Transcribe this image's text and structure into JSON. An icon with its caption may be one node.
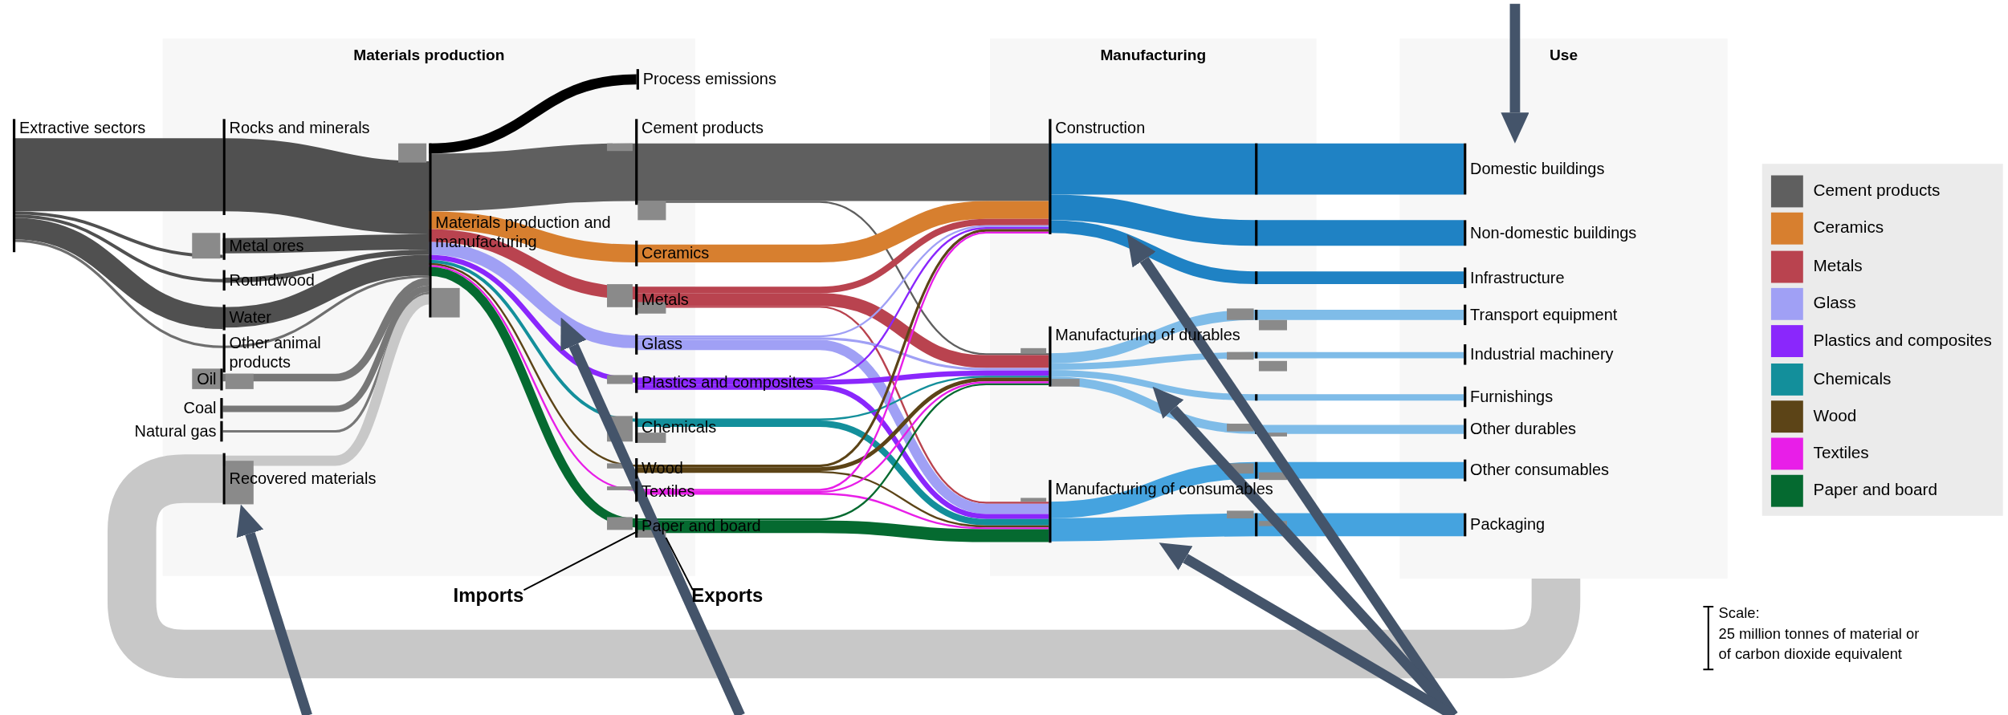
{
  "diagram": {
    "nodes": [
      {
        "text": [
          "Materials production"
        ]
      },
      {
        "text": [
          "Manufacturing"
        ]
      },
      {
        "text": [
          "Use"
        ]
      },
      {
        "text": [
          "Extractive sectors"
        ]
      },
      {
        "text": [
          "Rocks and minerals"
        ],
        "in": 0
      },
      {
        "text": [
          "Metal ores"
        ],
        "in": 0
      },
      {
        "text": [
          "Roundwood"
        ],
        "in": 0
      },
      {
        "text": [
          "Water"
        ],
        "in": 0
      },
      {
        "text": [
          "Other animal products"
        ],
        "in": 0
      },
      {
        "text": [
          "Oil"
        ],
        "in": 0
      },
      {
        "text": [
          "Coal"
        ],
        "in": 0
      },
      {
        "text": [
          "Natural gas"
        ]
      },
      {
        "text": [
          "Recovered materials"
        ],
        "in": 0
      },
      {
        "text": [
          "Materials production and manufacturing"
        ],
        "in": 0
      },
      {
        "text": [
          "Process emissions"
        ]
      },
      {
        "text": [
          "Cement products"
        ]
      },
      {
        "text": [
          "Ceramics"
        ]
      },
      {
        "text": [
          "Metals"
        ]
      },
      {
        "text": [
          "Glass"
        ],
        "in": 0
      },
      {
        "text": [
          "Plastics and composites"
        ]
      },
      {
        "text": [
          "Chemicals"
        ]
      },
      {
        "text": [
          "Wood"
        ],
        "in": 0
      },
      {
        "text": [
          "Textiles"
        ]
      },
      {
        "text": [
          "Paper and board"
        ]
      },
      {
        "text": [
          "Construction"
        ],
        "in": 1
      },
      {
        "text": [
          "Manufacturing of durables"
        ],
        "in": 1
      },
      {
        "text": [
          "Manufacturing of consumables"
        ],
        "in": 1
      },
      {
        "text": [
          "Domestic buildings"
        ],
        "in": 2
      },
      {
        "text": [
          "Non-domestic buildings"
        ],
        "in": 2
      },
      {
        "text": [
          "Infrastructure"
        ],
        "in": 2
      },
      {
        "text": [
          "Transport equipment"
        ],
        "in": 2
      },
      {
        "text": [
          "Industrial machinery"
        ],
        "in": 2
      },
      {
        "text": [
          "Furnishings"
        ],
        "in": 2
      },
      {
        "text": [
          "Other durables"
        ],
        "in": 2
      },
      {
        "text": [
          "Other consumables"
        ],
        "in": 2
      },
      {
        "text": [
          "Packaging"
        ],
        "in": 2
      },
      {
        "text": [
          "Imports"
        ]
      },
      {
        "text": [
          "Exports"
        ]
      }
    ],
    "edges": [
      {
        "from": 3,
        "to": 4,
        "arrow": "none",
        "style": "thick",
        "color": "#505050"
      },
      {
        "from": 3,
        "to": 5,
        "arrow": "none",
        "color": "#505050"
      },
      {
        "from": 3,
        "to": 6,
        "arrow": "none",
        "color": "#505050"
      },
      {
        "from": 3,
        "to": 7,
        "arrow": "none",
        "style": "thick",
        "color": "#505050"
      },
      {
        "from": 3,
        "to": 8,
        "arrow": "none",
        "color": "#6e6e6e"
      },
      {
        "from": 4,
        "to": 13,
        "arrow": "none",
        "style": "thick",
        "color": "#505050"
      },
      {
        "from": 5,
        "to": 13,
        "arrow": "none",
        "style": "thick",
        "color": "#505050"
      },
      {
        "from": 6,
        "to": 13,
        "arrow": "none",
        "color": "#505050"
      },
      {
        "from": 7,
        "to": 13,
        "arrow": "none",
        "style": "thick",
        "color": "#505050"
      },
      {
        "from": 8,
        "to": 13,
        "arrow": "none",
        "color": "#6e6e6e"
      },
      {
        "from": 9,
        "to": 13,
        "arrow": "none",
        "color": "#777777"
      },
      {
        "from": 10,
        "to": 13,
        "arrow": "none",
        "color": "#777777"
      },
      {
        "from": 11,
        "to": 13,
        "arrow": "none",
        "color": "#777777"
      },
      {
        "from": 12,
        "to": 13,
        "arrow": "none",
        "color": "#c8c8c8"
      },
      {
        "from": 13,
        "to": 14,
        "arrow": "none",
        "color": "#000000"
      },
      {
        "from": 13,
        "to": 15,
        "arrow": "none",
        "style": "thick",
        "color": "#5f5f5f"
      },
      {
        "from": 13,
        "to": 16,
        "arrow": "none",
        "style": "thick",
        "color": "#d77f2f"
      },
      {
        "from": 13,
        "to": 17,
        "arrow": "none",
        "style": "thick",
        "color": "#b9434f"
      },
      {
        "from": 13,
        "to": 18,
        "arrow": "none",
        "style": "thick",
        "color": "#a0a0f5"
      },
      {
        "from": 13,
        "to": 19,
        "arrow": "none",
        "color": "#8a27fc"
      },
      {
        "from": 13,
        "to": 20,
        "arrow": "none",
        "color": "#138f9b"
      },
      {
        "from": 13,
        "to": 21,
        "arrow": "none",
        "color": "#5c4417"
      },
      {
        "from": 13,
        "to": 22,
        "arrow": "none",
        "color": "#e81ee8"
      },
      {
        "from": 13,
        "to": 23,
        "arrow": "none",
        "color": "#056a30"
      },
      {
        "from": 15,
        "to": 24,
        "arrow": "none",
        "style": "thick",
        "color": "#5f5f5f"
      },
      {
        "from": 15,
        "to": 25,
        "arrow": "none",
        "color": "#5f5f5f"
      },
      {
        "from": 16,
        "to": 24,
        "arrow": "none",
        "style": "thick",
        "color": "#d77f2f"
      },
      {
        "from": 17,
        "to": 24,
        "arrow": "none",
        "color": "#b9434f"
      },
      {
        "from": 17,
        "to": 25,
        "arrow": "none",
        "style": "thick",
        "color": "#b9434f"
      },
      {
        "from": 17,
        "to": 26,
        "arrow": "none",
        "color": "#b9434f"
      },
      {
        "from": 18,
        "to": 24,
        "arrow": "none",
        "color": "#a0a0f5"
      },
      {
        "from": 18,
        "to": 25,
        "arrow": "none",
        "color": "#a0a0f5"
      },
      {
        "from": 18,
        "to": 26,
        "arrow": "none",
        "color": "#a0a0f5"
      },
      {
        "from": 19,
        "to": 24,
        "arrow": "none",
        "color": "#8a27fc"
      },
      {
        "from": 19,
        "to": 25,
        "arrow": "none",
        "color": "#8a27fc"
      },
      {
        "from": 19,
        "to": 26,
        "arrow": "none",
        "color": "#8a27fc"
      },
      {
        "from": 20,
        "to": 25,
        "arrow": "none",
        "color": "#138f9b"
      },
      {
        "from": 20,
        "to": 26,
        "arrow": "none",
        "color": "#138f9b"
      },
      {
        "from": 21,
        "to": 24,
        "arrow": "none",
        "color": "#5c4417"
      },
      {
        "from": 21,
        "to": 25,
        "arrow": "none",
        "color": "#5c4417"
      },
      {
        "from": 21,
        "to": 26,
        "arrow": "none",
        "color": "#5c4417"
      },
      {
        "from": 22,
        "to": 24,
        "arrow": "none",
        "color": "#e81ee8"
      },
      {
        "from": 22,
        "to": 25,
        "arrow": "none",
        "color": "#e81ee8"
      },
      {
        "from": 22,
        "to": 26,
        "arrow": "none",
        "color": "#e81ee8"
      },
      {
        "from": 23,
        "to": 25,
        "arrow": "none",
        "color": "#056a30"
      },
      {
        "from": 23,
        "to": 26,
        "arrow": "none",
        "style": "thick",
        "color": "#056a30"
      },
      {
        "from": 24,
        "to": 27,
        "arrow": "none",
        "style": "thick",
        "color": "#1f82c4"
      },
      {
        "from": 24,
        "to": 28,
        "arrow": "none",
        "style": "thick",
        "color": "#1f82c4"
      },
      {
        "from": 24,
        "to": 29,
        "arrow": "none",
        "style": "thick",
        "color": "#1f82c4"
      },
      {
        "from": 25,
        "to": 30,
        "arrow": "none",
        "color": "#7fbce8"
      },
      {
        "from": 25,
        "to": 31,
        "arrow": "none",
        "color": "#7fbce8"
      },
      {
        "from": 25,
        "to": 32,
        "arrow": "none",
        "color": "#7fbce8"
      },
      {
        "from": 25,
        "to": 33,
        "arrow": "none",
        "color": "#7fbce8"
      },
      {
        "from": 26,
        "to": 34,
        "arrow": "none",
        "style": "thick",
        "color": "#45a3df"
      },
      {
        "from": 26,
        "to": 35,
        "arrow": "none",
        "style": "thick",
        "color": "#45a3df"
      },
      {
        "from": 2,
        "to": 12,
        "arrow": "none",
        "style": "thick",
        "color": "#c8c8c8"
      },
      {
        "from": null,
        "to": 12,
        "arrow": "to",
        "color": "#44546a"
      },
      {
        "from": null,
        "to": 13,
        "arrow": "to",
        "color": "#44546a"
      },
      {
        "from": null,
        "to": 24,
        "arrow": "to",
        "color": "#44546a"
      },
      {
        "from": null,
        "to": 25,
        "arrow": "to",
        "color": "#44546a"
      },
      {
        "from": null,
        "to": 26,
        "arrow": "to",
        "color": "#44546a"
      },
      {
        "from": null,
        "to": 27,
        "arrow": "to",
        "color": "#44546a"
      },
      {
        "from": 36,
        "to": 23,
        "arrow": "none",
        "color": "#000000"
      },
      {
        "from": 37,
        "to": 23,
        "arrow": "none",
        "color": "#000000"
      }
    ],
    "labels": [
      "Scale:",
      "25 million tonnes of material or of carbon dioxide equivalent"
    ],
    "legend": [
      {
        "text": "Cement products",
        "color": "#5f5f5f"
      },
      {
        "text": "Ceramics",
        "color": "#d77f2f"
      },
      {
        "text": "Metals",
        "color": "#b9434f"
      },
      {
        "text": "Glass",
        "color": "#a0a0f5"
      },
      {
        "text": "Plastics and composites",
        "color": "#8a27fc"
      },
      {
        "text": "Chemicals",
        "color": "#138f9b"
      },
      {
        "text": "Wood",
        "color": "#5c4417"
      },
      {
        "text": "Textiles",
        "color": "#e81ee8"
      },
      {
        "text": "Paper and board",
        "color": "#056a30"
      }
    ]
  }
}
